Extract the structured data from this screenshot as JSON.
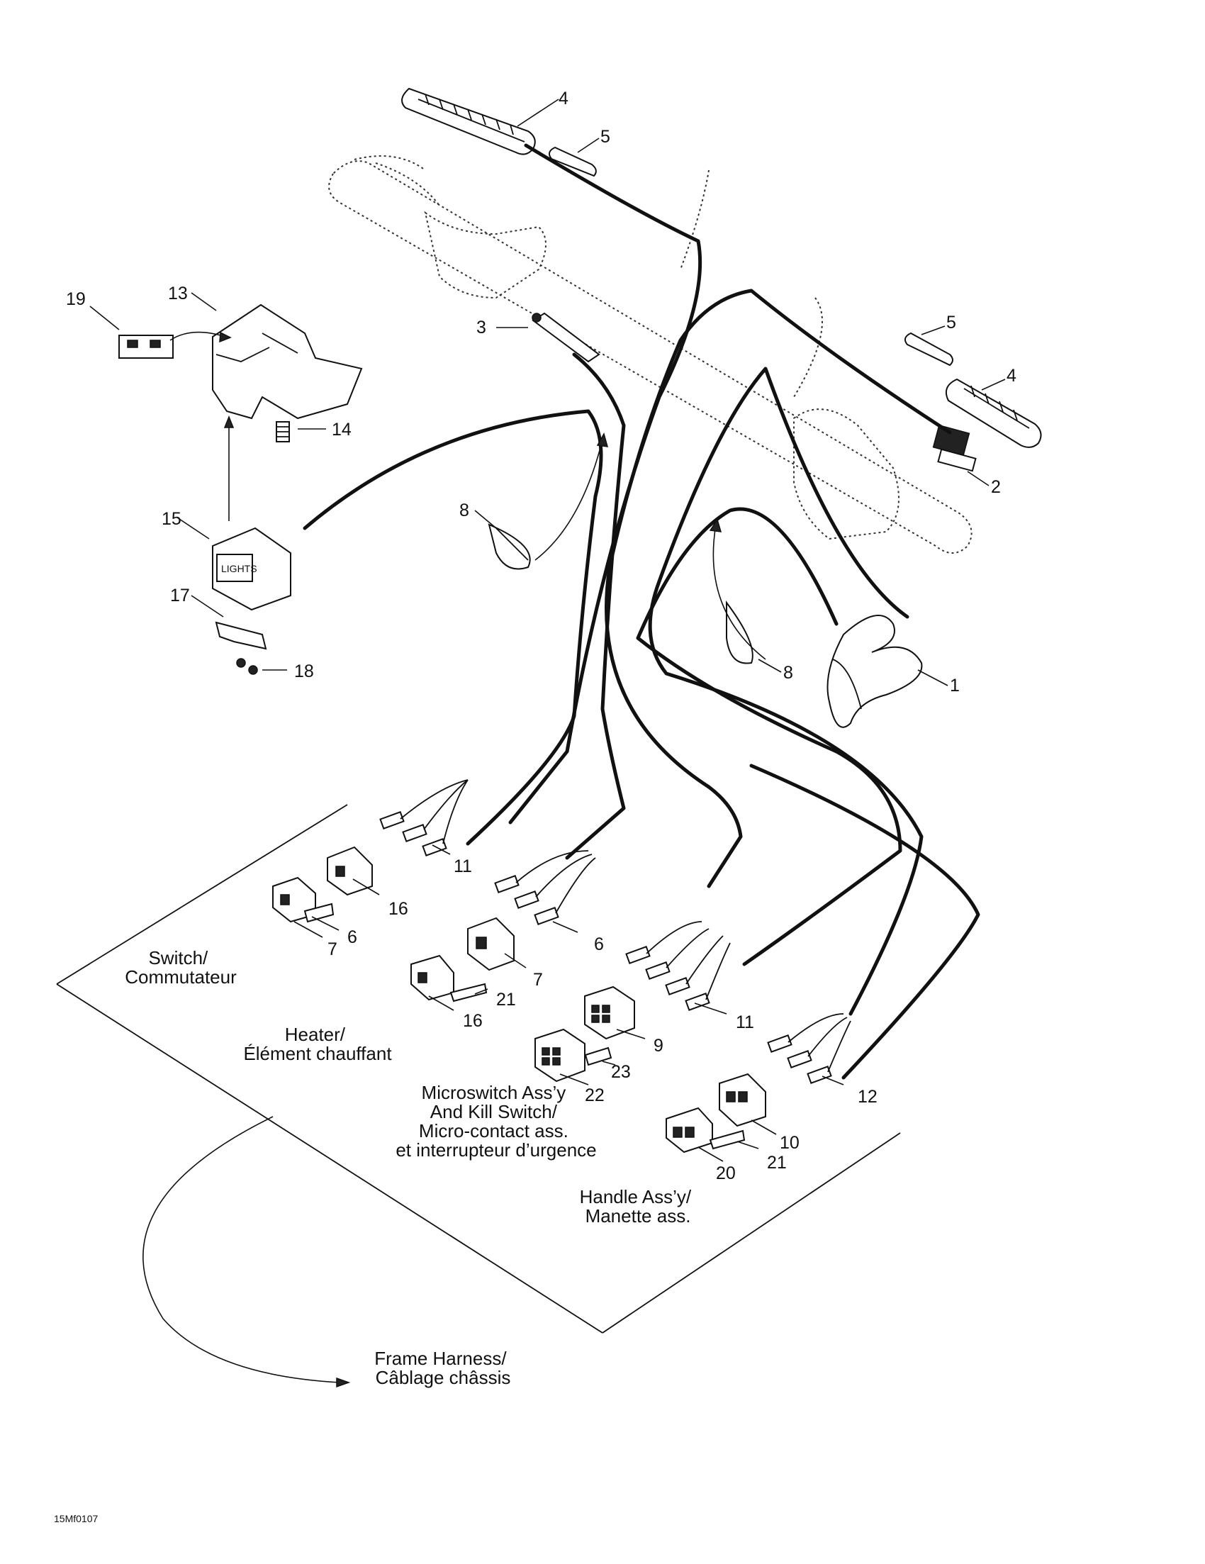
{
  "callouts": {
    "c1": "1",
    "c2": "2",
    "c3": "3",
    "c4a": "4",
    "c4b": "4",
    "c5a": "5",
    "c5b": "5",
    "c6a": "6",
    "c6b": "6",
    "c7a": "7",
    "c7b": "7",
    "c8a": "8",
    "c8b": "8",
    "c9": "9",
    "c10": "10",
    "c11a": "11",
    "c11b": "11",
    "c12": "12",
    "c13": "13",
    "c14": "14",
    "c15": "15",
    "c16a": "16",
    "c16b": "16",
    "c17": "17",
    "c18": "18",
    "c19": "19",
    "c20": "20",
    "c21a": "21",
    "c21b": "21",
    "c22": "22",
    "c23": "23"
  },
  "sections": {
    "switch": [
      "Switch/",
      "Commutateur"
    ],
    "heater": [
      "Heater/",
      "Élément chauffant"
    ],
    "microswitch": [
      "Microswitch Ass’y",
      "And Kill Switch/",
      "Micro-contact ass.",
      "et interrupteur d’urgence"
    ],
    "handle": [
      "Handle Ass’y/",
      "Manette ass."
    ],
    "frame": [
      "Frame Harness/",
      "Câblage châssis"
    ]
  },
  "switch_legend": "LIGHTS",
  "drawing_code": "15Mf0107"
}
